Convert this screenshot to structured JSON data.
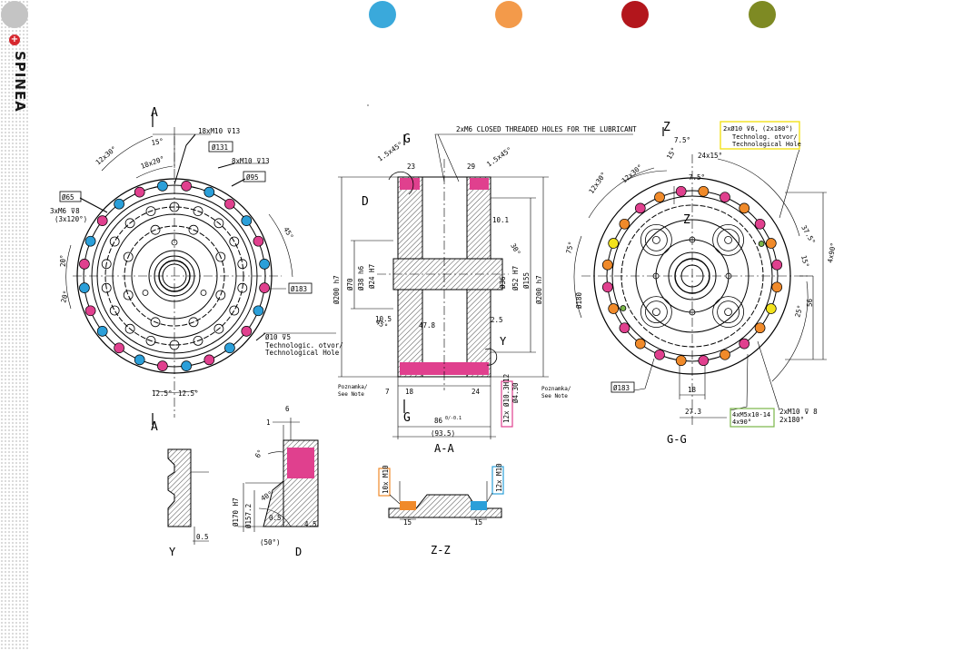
{
  "brand": {
    "name": "SPINEA",
    "mark": "+"
  },
  "color_tabs": [
    {
      "name": "gray",
      "color": "#c4c4c4"
    },
    {
      "name": "blue",
      "color": "#3aa9db"
    },
    {
      "name": "orange",
      "color": "#f39a4a"
    },
    {
      "name": "red",
      "color": "#b3161c"
    },
    {
      "name": "olive",
      "color": "#7e8a23"
    }
  ],
  "colors": {
    "magenta": "#e0408e",
    "blue": "#2b9fd9",
    "orange": "#f08a2a",
    "yellow": "#f2e21c",
    "green": "#7ab648"
  },
  "views": {
    "left": {
      "section_letter_top": "A",
      "section_letter_bottom": "A",
      "dims": {
        "holes_top": "18xM10 ⊽13",
        "d131": "Ø131",
        "holes_mid": "8xM10 ⊽13",
        "d95": "Ø95",
        "d65": "Ø65",
        "m6": "3xM6 ⊽8",
        "m6_pattern": "(3x120°)",
        "pitch_12x30": "12x30°",
        "pitch_18x20": "18x20°",
        "ang15": "15°",
        "ang45": "45°",
        "ang20": "20°",
        "ang20b": "20°",
        "d183": "Ø183",
        "tech1": "Ø10 ⊽5",
        "tech2": "Technologic. otvor/",
        "tech3": "Technological Hole",
        "b1": "12.5°",
        "b2": "12.5°"
      }
    },
    "middle": {
      "title": "A-A",
      "section_letter_top": "G",
      "section_letter_bottom": "G",
      "detail_d": "D",
      "detail_y": "Y",
      "lubricant": "2xM6 CLOSED THREADED HOLES FOR  THE LUBRICANT",
      "dims": {
        "c1": "1.5x45°",
        "w23": "23",
        "w29": "29",
        "c2": "1.5x45°",
        "d200a": "Ø200 h7",
        "d70": "Ø70",
        "d38": "Ø38 h6",
        "d24": "Ø24 H7",
        "d36": "Ø36",
        "d52": "Ø52 H7",
        "d155": "Ø155",
        "d200b": "Ø200 h7",
        "r101": "10.1",
        "a30": "30°",
        "l105": "10.5",
        "l478": "47.8",
        "l25": "2.5",
        "a45": "45°",
        "l7": "7",
        "l18": "18",
        "l24": "24",
        "m12": "12x Ø10.3H12",
        "d42": "Ø4.30",
        "l86": "86",
        "l86tol": "0/-0.1",
        "l935": "(93.5)",
        "note_l1": "Poznamka/",
        "note_l2": "See Note",
        "note_r1": "Poznamka/",
        "note_r2": "See Note"
      }
    },
    "right": {
      "title": "G-G",
      "section_letter": "Z",
      "section_letter_inner": "Z",
      "callout_tech": [
        "2xØ10 ⊽6, (2x180°)",
        "Technolog. otvor/",
        "Technological Hole"
      ],
      "dims": {
        "a75": "7.5°",
        "a15": "15°",
        "p24x15": "24x15°",
        "p12x30a": "12x30°",
        "p12x30b": "12x30°",
        "a75b": "7.5°",
        "a75c": "75°",
        "a375": "37.5°",
        "a15b": "15°",
        "a40": "4x90°",
        "d80": "Ø180",
        "d56": "56",
        "a25": "25°",
        "d183": "Ø183",
        "l18": "18",
        "l273": "27.3",
        "m5": "4xM5x10-14",
        "m5_pattern": "4x90°",
        "m10": "2xM10 ⊽ 8",
        "m10_pattern": "2x180°"
      }
    },
    "detail_y": {
      "label": "Y",
      "dim": "0.5"
    },
    "detail_d": {
      "label": "D",
      "d6": "6",
      "d1": "1",
      "d170": "Ø170 H7",
      "d1572": "Ø157.2",
      "a6": "6°",
      "a40": "40°",
      "l05": "0.5",
      "l45": "4.5",
      "a50": "(50°)"
    },
    "zz": {
      "title": "Z-Z",
      "left_callout": "10x M10",
      "right_callout": "12x M10",
      "l15a": "15",
      "l15b": "15"
    }
  }
}
